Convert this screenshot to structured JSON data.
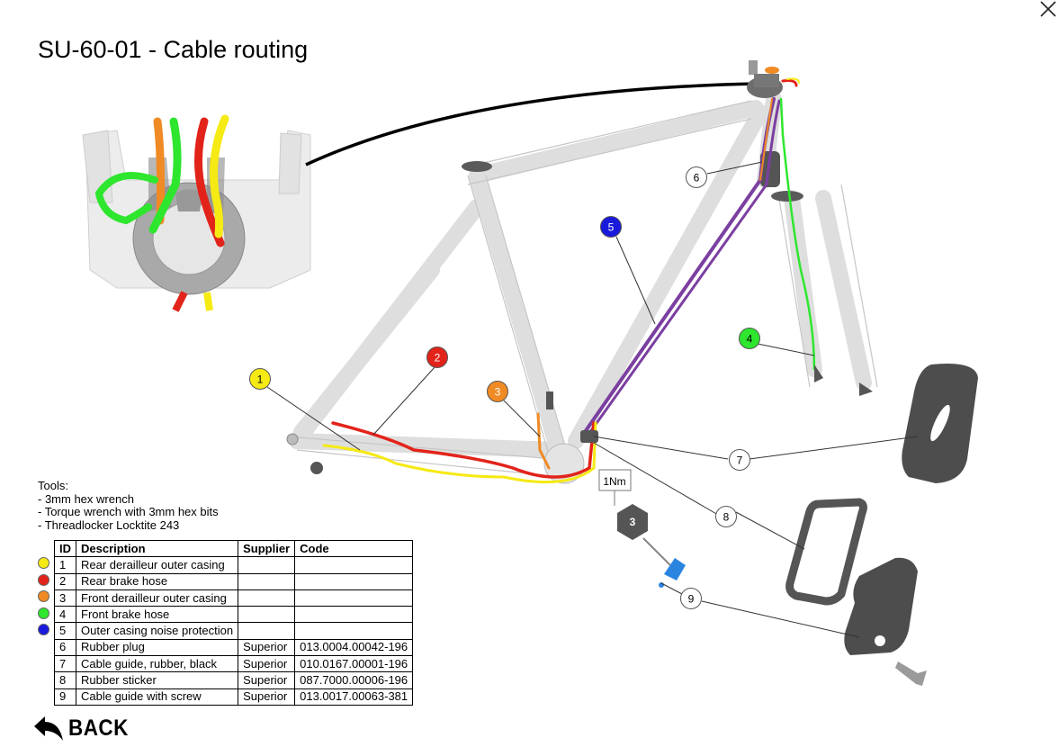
{
  "page": {
    "title": "SU-60-01 - Cable routing",
    "back_label": "BACK"
  },
  "tools": {
    "heading": "Tools:",
    "items": [
      "- 3mm hex wrench",
      "- Torque wrench with 3mm hex bits",
      "- Threadlocker Locktite 243"
    ]
  },
  "table": {
    "headers": [
      "ID",
      "Description",
      "Supplier",
      "Code"
    ],
    "rows": [
      {
        "id": "1",
        "description": "Rear derailleur outer casing",
        "supplier": "",
        "code": "",
        "color": "#f5ea14"
      },
      {
        "id": "2",
        "description": "Rear brake hose",
        "supplier": "",
        "code": "",
        "color": "#e2231a"
      },
      {
        "id": "3",
        "description": "Front derailleur outer casing",
        "supplier": "",
        "code": "",
        "color": "#f08a24"
      },
      {
        "id": "4",
        "description": "Front brake hose",
        "supplier": "",
        "code": "",
        "color": "#2ee62e"
      },
      {
        "id": "5",
        "description": "Outer casing noise protection",
        "supplier": "",
        "code": "",
        "color": "#1a1adc"
      },
      {
        "id": "6",
        "description": "Rubber plug",
        "supplier": "Superior",
        "code": "013.0004.00042-196",
        "color": ""
      },
      {
        "id": "7",
        "description": "Cable guide, rubber, black",
        "supplier": "Superior",
        "code": "010.0167.00001-196",
        "color": ""
      },
      {
        "id": "8",
        "description": "Rubber sticker",
        "supplier": "Superior",
        "code": "087.7000.00006-196",
        "color": ""
      },
      {
        "id": "9",
        "description": "Cable guide with screw",
        "supplier": "Superior",
        "code": "013.0017.00063-381",
        "color": ""
      }
    ]
  },
  "callouts": {
    "c1": "1",
    "c2": "2",
    "c3": "3",
    "c4": "4",
    "c5": "5",
    "c6": "6",
    "c7": "7",
    "c8": "8",
    "c9": "9"
  },
  "torque_label": "1Nm",
  "hex_bit_label": "3",
  "colors": {
    "rear_derailleur": "#f5ea14",
    "rear_brake": "#e2231a",
    "front_derailleur": "#f08a24",
    "front_brake": "#2ee62e",
    "noise_protection": "#1a1adc",
    "frame": "#d8d8d8",
    "rubber_part": "#555555"
  }
}
